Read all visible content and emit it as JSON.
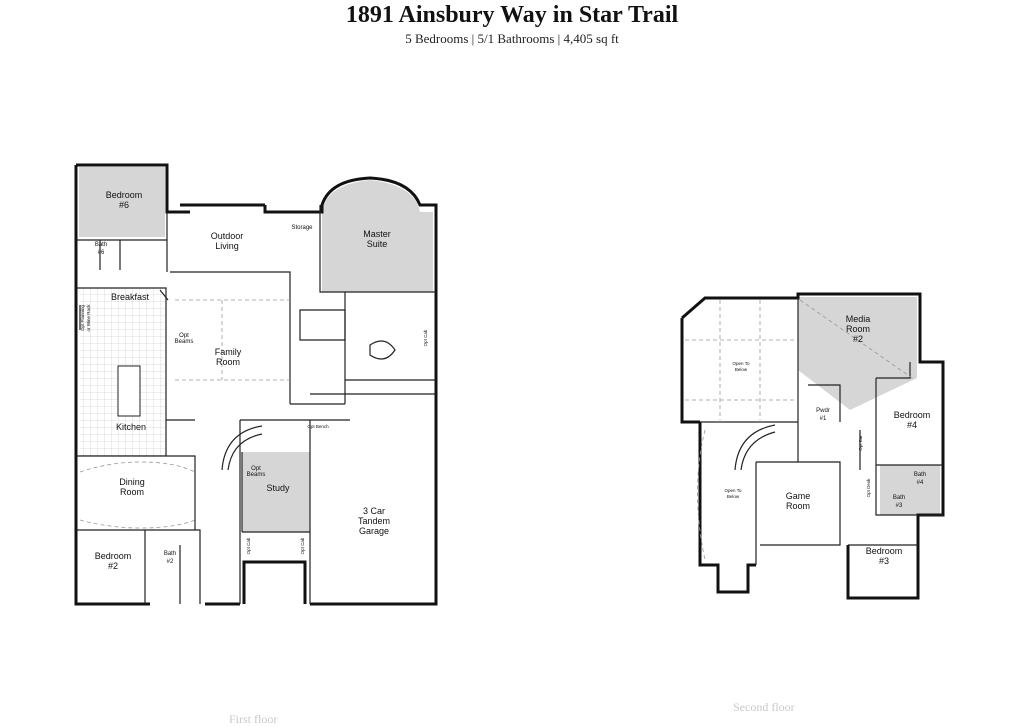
{
  "header": {
    "title": "1891 Ainsbury Way in Star Trail",
    "subtitle": "5 Bedrooms | 5/1 Bathrooms | 4,405 sq ft"
  },
  "floors": [
    {
      "caption": "First floor",
      "rooms": {
        "bedroom6": "Bedroom",
        "bedroom6_num": "#6",
        "bath6": "Bath",
        "bath6_num": "#6",
        "outdoor": "Outdoor",
        "outdoor2": "Living",
        "storage": "Storage",
        "master": "Master",
        "master2": "Suite",
        "breakfast": "Breakfast",
        "opt_wine": "Opt Planning",
        "opt_wine2": "or Wine Rack",
        "opt_beams": "Opt",
        "opt_beams2": "Beams",
        "family": "Family",
        "family2": "Room",
        "opt_cab": "Opt Cab",
        "kitchen": "Kitchen",
        "opt_bench": "Opt Bench",
        "dining": "Dining",
        "dining2": "Room",
        "study_opt_beams": "Opt",
        "study_opt_beams2": "Beams",
        "study": "Study",
        "garage": "3 Car",
        "garage2": "Tandem",
        "garage3": "Garage",
        "bedroom2": "Bedroom",
        "bedroom2_num": "#2",
        "bath2": "Bath",
        "bath2_num": "#2",
        "opt_cab_study1": "Opt Cab",
        "opt_cab_study2": "Opt Cab"
      }
    },
    {
      "caption": "Second floor",
      "rooms": {
        "open_below1": "Open To",
        "open_below1b": "Below",
        "media": "Media",
        "media2": "Room",
        "media3": "#2",
        "pwdr": "Pwdr",
        "pwdr2": "#1",
        "bedroom4": "Bedroom",
        "bedroom4_num": "#4",
        "open_below2": "Open To",
        "open_below2b": "Below",
        "game": "Game",
        "game2": "Room",
        "opt_desk": "Opt Desk",
        "opt_bar": "Opt Bar",
        "bath4": "Bath",
        "bath4_num": "#4",
        "bath3": "Bath",
        "bath3_num": "#3",
        "bedroom3": "Bedroom",
        "bedroom3_num": "#3"
      }
    }
  ]
}
